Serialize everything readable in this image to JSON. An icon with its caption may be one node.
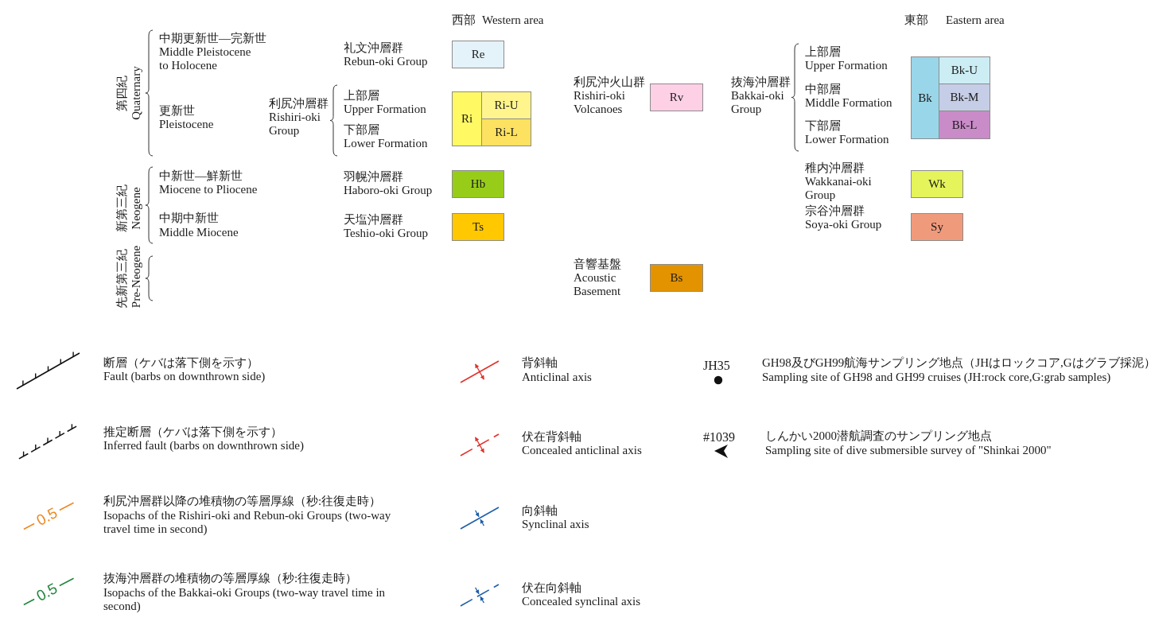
{
  "diagram": {
    "nodes": [
      {
        "text": [
          "Re"
        ],
        "beside": [
          "礼文沖層群",
          "Rebun-oki Group"
        ]
      },
      {
        "text": [
          "Ri"
        ],
        "beside": [
          "利尻沖層群",
          "Rishiri-oki Group"
        ]
      },
      {
        "text": [
          "Ri-U"
        ],
        "beside": [
          "上部層",
          "Upper Formation"
        ]
      },
      {
        "text": [
          "Ri-L"
        ],
        "beside": [
          "下部層",
          "Lower Formation"
        ]
      },
      {
        "text": [
          "Hb"
        ],
        "beside": [
          "羽幌沖層群",
          "Haboro-oki Group"
        ]
      },
      {
        "text": [
          "Ts"
        ],
        "beside": [
          "天塩沖層群",
          "Teshio-oki Group"
        ]
      },
      {
        "text": [
          "Rv"
        ],
        "beside": [
          "利尻沖火山群",
          "Rishiri-oki Volcanoes"
        ]
      },
      {
        "text": [
          "Bs"
        ],
        "beside": [
          "音響基盤",
          "Acoustic Basement"
        ]
      },
      {
        "text": [
          "Bk"
        ],
        "beside": [
          "抜海沖層群",
          "Bakkai-oki Group"
        ]
      },
      {
        "text": [
          "Bk-U"
        ],
        "beside": [
          "上部層",
          "Upper Formation"
        ]
      },
      {
        "text": [
          "Bk-M"
        ],
        "beside": [
          "中部層",
          "Middle Formation"
        ]
      },
      {
        "text": [
          "Bk-L"
        ],
        "beside": [
          "下部層",
          "Lower Formation"
        ]
      },
      {
        "text": [
          "Wk"
        ],
        "beside": [
          "稚内沖層群",
          "Wakkanai-oki Group"
        ]
      },
      {
        "text": [
          "Sy"
        ],
        "beside": [
          "宗谷沖層群",
          "Soya-oki Group"
        ]
      }
    ],
    "labels": [
      "西部",
      "Western area",
      "東部",
      "Eastern area",
      "第四紀",
      "Quaternary",
      "中期更新世—完新世",
      "Middle Pleistocene to Holocene",
      "更新世",
      "Pleistocene",
      "新第三紀",
      "Neogene",
      "中新世—鮮新世",
      "Miocene to Pliocene",
      "中期中新世",
      "Middle Miocene",
      "先新第三紀",
      "Pre-Neogene",
      "断層（ケバは落下側を示す）",
      "Fault (barbs on downthrown side)",
      "背斜軸",
      "Anticlinal axis",
      "JH35",
      "GH98及びGH99航海サンプリング地点（JHはロックコア,Gはグラブ採泥）",
      "Sampling site of GH98 and GH99 cruises (JH:rock core,G:grab samples)",
      "推定断層（ケバは落下側を示す）",
      "Inferred fault (barbs on downthrown side)",
      "伏在背斜軸",
      "Concealed anticlinal axis",
      "#1039",
      "しんかい2000潜航調査のサンプリング地点",
      "Sampling site of dive submersible survey of \"Shinkai 2000\"",
      "0.5",
      "利尻沖層群以降の堆積物の等層厚線（秒:往復走時）",
      "Isopachs of the Rishiri-oki and Rebun-oki Groups (two-way travel time in second)",
      "向斜軸",
      "Synclinal axis",
      "0.5",
      "抜海沖層群の堆積物の等層厚線（秒:往復走時）",
      "Isopachs of the Bakkai-oki Groups (two-way travel time in second)",
      "伏在向斜軸",
      "Concealed synclinal axis"
    ]
  }
}
